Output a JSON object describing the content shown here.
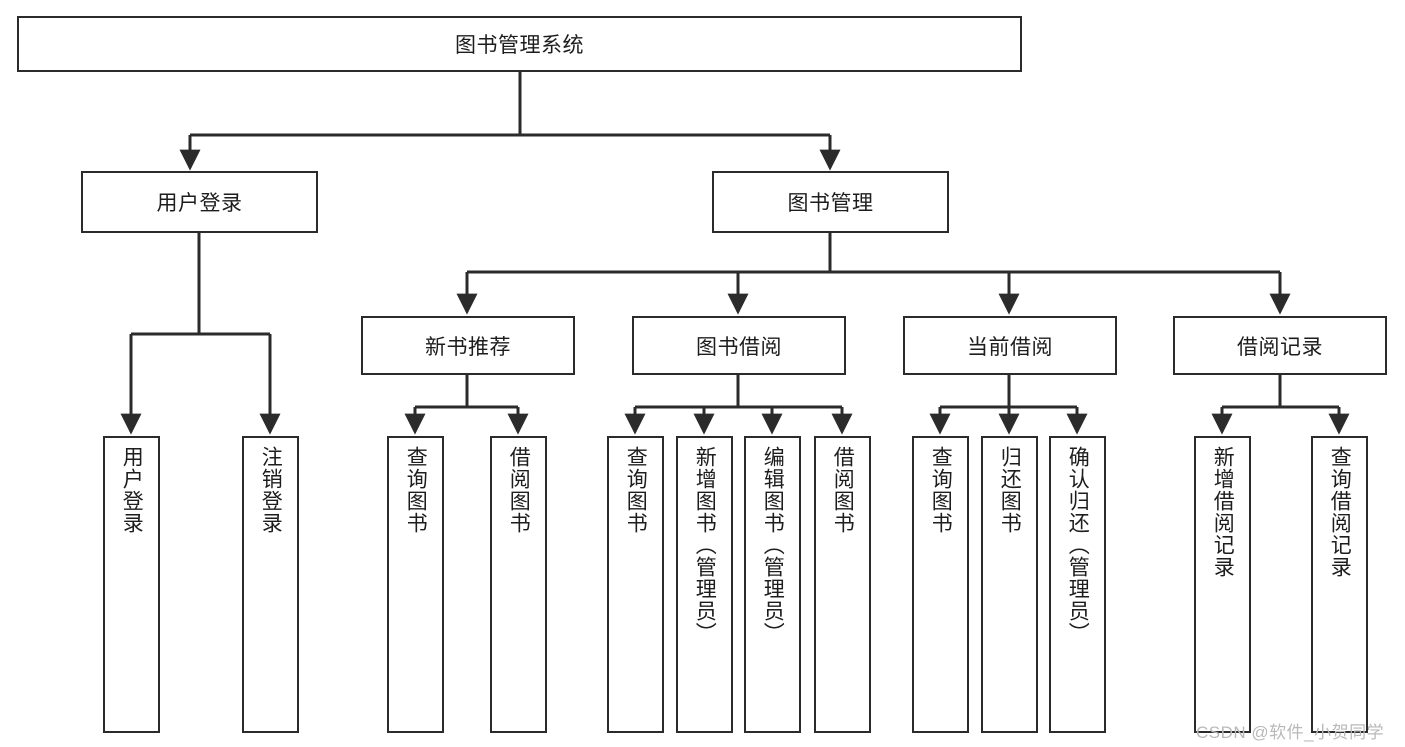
{
  "diagram": {
    "title": "图书管理系统",
    "type": "tree-hierarchy-chart",
    "colors": {
      "line": "#2b2b2b",
      "box_fill": "#ffffff",
      "text": "#1d1d1d",
      "background": "#ffffff",
      "watermark": "#b9b9b9"
    },
    "watermark": "CSDN @软件_小贺同学",
    "levels": {
      "level1": [
        {
          "id": "root",
          "label": "图书管理系统",
          "orientation": "horizontal"
        }
      ],
      "level2": [
        {
          "id": "user-login",
          "label": "用户登录",
          "orientation": "horizontal",
          "parent": "root"
        },
        {
          "id": "book-manage",
          "label": "图书管理",
          "orientation": "horizontal",
          "parent": "root"
        }
      ],
      "level3": [
        {
          "id": "new-book-rec",
          "label": "新书推荐",
          "orientation": "horizontal",
          "parent": "book-manage"
        },
        {
          "id": "book-borrow",
          "label": "图书借阅",
          "orientation": "horizontal",
          "parent": "book-manage"
        },
        {
          "id": "current-borrow",
          "label": "当前借阅",
          "orientation": "horizontal",
          "parent": "book-manage"
        },
        {
          "id": "borrow-record",
          "label": "借阅记录",
          "orientation": "horizontal",
          "parent": "book-manage"
        }
      ],
      "leaves": [
        {
          "id": "leaf-user-login",
          "label": "用户登录",
          "orientation": "vertical",
          "parent": "user-login"
        },
        {
          "id": "leaf-logout",
          "label": "注销登录",
          "orientation": "vertical",
          "parent": "user-login"
        },
        {
          "id": "leaf-query-book-1",
          "label": "查询图书",
          "orientation": "vertical",
          "parent": "new-book-rec"
        },
        {
          "id": "leaf-borrow-book-1",
          "label": "借阅图书",
          "orientation": "vertical",
          "parent": "new-book-rec"
        },
        {
          "id": "leaf-query-book-2",
          "label": "查询图书",
          "orientation": "vertical",
          "parent": "book-borrow"
        },
        {
          "id": "leaf-add-book",
          "label": "新增图书（管理员）",
          "orientation": "vertical",
          "parent": "book-borrow"
        },
        {
          "id": "leaf-edit-book",
          "label": "编辑图书（管理员）",
          "orientation": "vertical",
          "parent": "book-borrow"
        },
        {
          "id": "leaf-borrow-book-2",
          "label": "借阅图书",
          "orientation": "vertical",
          "parent": "book-borrow"
        },
        {
          "id": "leaf-query-book-3",
          "label": "查询图书",
          "orientation": "vertical",
          "parent": "current-borrow"
        },
        {
          "id": "leaf-return-book",
          "label": "归还图书",
          "orientation": "vertical",
          "parent": "current-borrow"
        },
        {
          "id": "leaf-confirm-return",
          "label": "确认归还（管理员）",
          "orientation": "vertical",
          "parent": "current-borrow"
        },
        {
          "id": "leaf-add-record",
          "label": "新增借阅记录",
          "orientation": "vertical",
          "parent": "borrow-record"
        },
        {
          "id": "leaf-query-record",
          "label": "查询借阅记录",
          "orientation": "vertical",
          "parent": "borrow-record"
        }
      ]
    }
  }
}
